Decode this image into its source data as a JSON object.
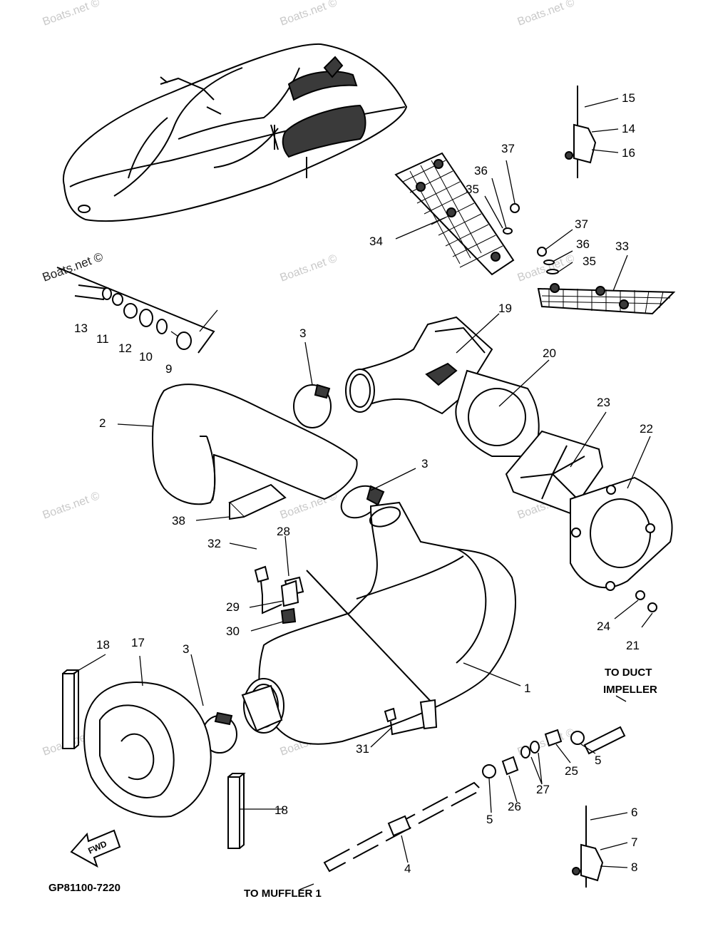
{
  "watermark": "Boats.net ©",
  "diagram_code": "GP81100-7220",
  "fwd_label": "FWD",
  "callouts": {
    "duct": [
      "TO DUCT",
      "IMPELLER"
    ],
    "muffler": "TO MUFFLER 1"
  },
  "parts": {
    "p1": "1",
    "p2": "2",
    "p3a": "3",
    "p3b": "3",
    "p3c": "3",
    "p4": "4",
    "p5a": "5",
    "p5b": "5",
    "p6": "6",
    "p7": "7",
    "p8": "8",
    "p9": "9",
    "p10": "10",
    "p11": "11",
    "p12": "12",
    "p13": "13",
    "p14": "14",
    "p15": "15",
    "p16": "16",
    "p17": "17",
    "p18a": "18",
    "p18b": "18",
    "p19": "19",
    "p20": "20",
    "p21": "21",
    "p22": "22",
    "p23": "23",
    "p24": "24",
    "p25": "25",
    "p26": "26",
    "p27": "27",
    "p28": "28",
    "p29": "29",
    "p30": "30",
    "p31": "31",
    "p32": "32",
    "p33": "33",
    "p34": "34",
    "p35a": "35",
    "p35b": "35",
    "p36a": "36",
    "p36b": "36",
    "p37a": "37",
    "p37b": "37",
    "p38": "38"
  }
}
